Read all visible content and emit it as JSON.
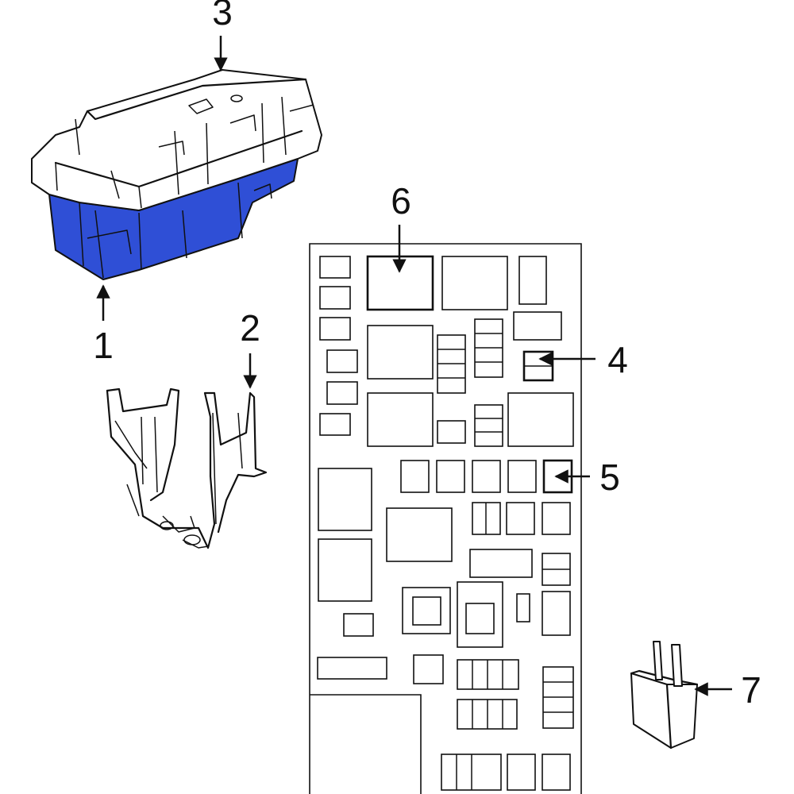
{
  "diagram": {
    "callouts": [
      {
        "id": "1",
        "label": "1"
      },
      {
        "id": "2",
        "label": "2"
      },
      {
        "id": "3",
        "label": "3"
      },
      {
        "id": "4",
        "label": "4"
      },
      {
        "id": "5",
        "label": "5"
      },
      {
        "id": "6",
        "label": "6"
      },
      {
        "id": "7",
        "label": "7"
      }
    ],
    "colors": {
      "highlight": "#2f4fd6",
      "line": "#111111",
      "background": "#ffffff"
    }
  }
}
